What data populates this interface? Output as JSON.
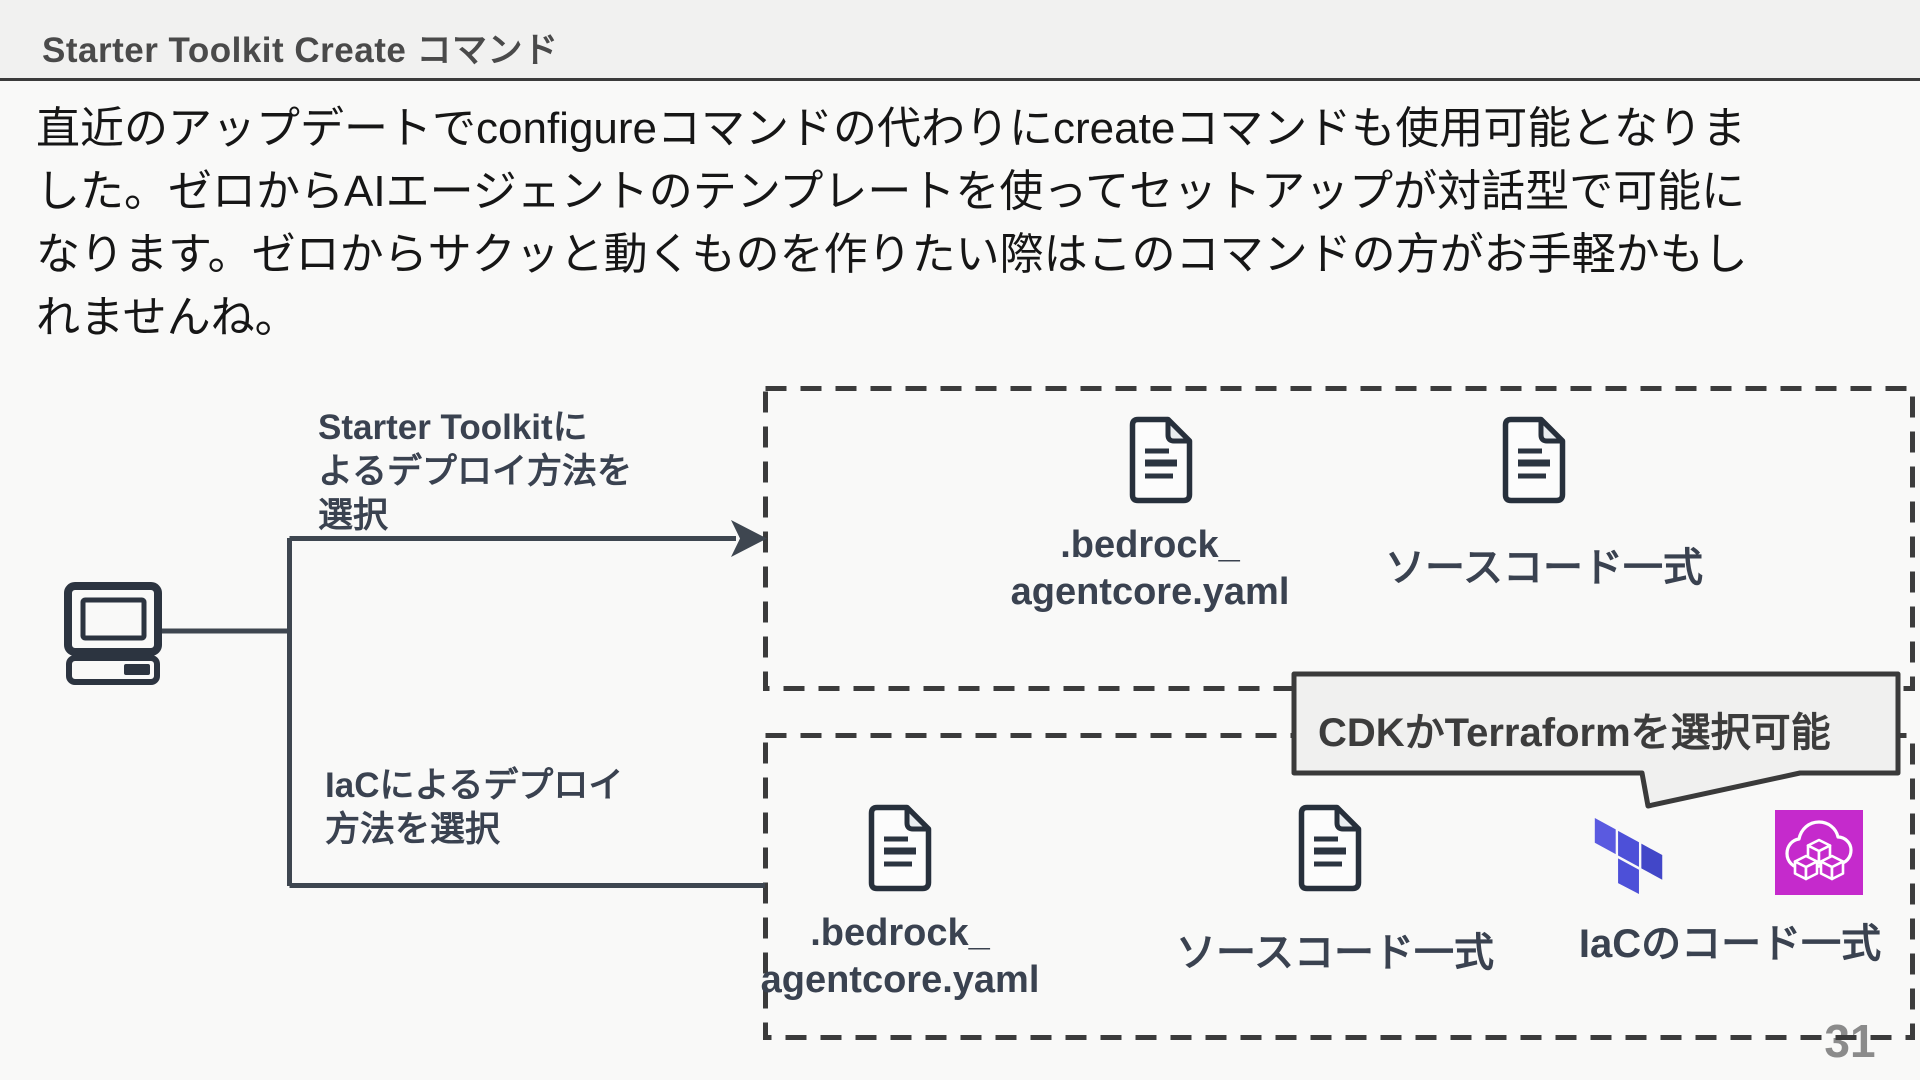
{
  "slide": {
    "title": "Starter Toolkit Create コマンド",
    "page_number": "31",
    "body_lines": [
      "直近のアップデートでconfigureコマンドの代わりにcreateコマンドも使用可能となりま",
      "した。ゼロからAIエージェントのテンプレートを使ってセットアップが対話型で可能に",
      "なります。ゼロからサクッと動くものを作りたい際はこのコマンドの方がお手軽かもし",
      "れませんね。"
    ]
  },
  "diagram": {
    "branch_top": {
      "label_lines": [
        "Starter Toolkitに",
        "よるデプロイ方法を",
        "選択"
      ]
    },
    "branch_bottom": {
      "label_lines": [
        "IaCによるデプロイ",
        "方法を選択"
      ]
    },
    "toolkit_box": {
      "file1_label_lines": [
        ".bedrock_",
        "agentcore.yaml"
      ],
      "file2_label": "ソースコード一式"
    },
    "iac_box": {
      "file1_label_lines": [
        ".bedrock_",
        "agentcore.yaml"
      ],
      "file2_label": "ソースコード一式",
      "iac_label": "IaCのコード一式"
    },
    "callout": {
      "text": "CDKかTerraformを選択可能"
    },
    "icons": {
      "computer": "computer-icon",
      "file": "file-icon",
      "terraform": "terraform-icon",
      "cloudformation": "cloudformation-icon"
    },
    "colors": {
      "connector_line": "#3e4650",
      "dashed_border": "#3b3b3b",
      "callout_fill": "#f0f0ef",
      "icon_outline": "#27303c",
      "terraform_purple": "#4d50d8",
      "cloudformation_magenta": "#c52acc",
      "page_number_gray": "#8b8b8b"
    }
  }
}
